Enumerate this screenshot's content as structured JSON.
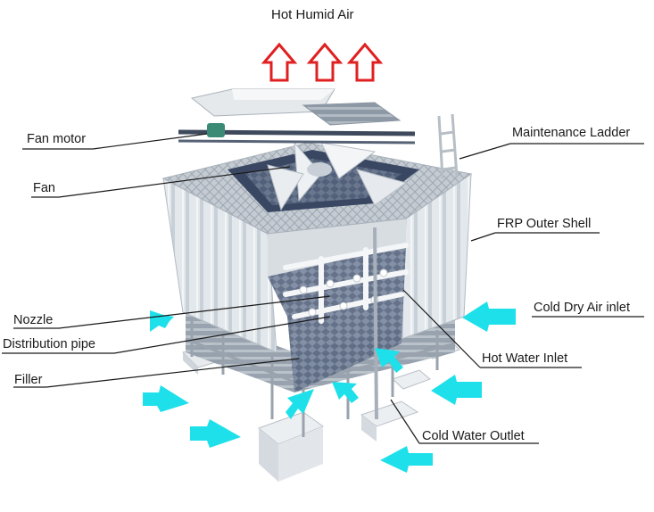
{
  "title": "Hot Humid Air",
  "labels": {
    "fan_motor": "Fan motor",
    "fan": "Fan",
    "nozzle": "Nozzle",
    "distribution_pipe": "Distribution pipe",
    "filler": "Filler",
    "maintenance_ladder": "Maintenance Ladder",
    "frp_outer_shell": "FRP Outer Shell",
    "cold_dry_air_inlet": "Cold Dry Air inlet",
    "hot_water_inlet": "Hot Water Inlet",
    "cold_water_outlet": "Cold Water Outlet"
  },
  "colors": {
    "exhaust_arrow": "#e02020",
    "inlet_arrow": "#1ee0ea",
    "shell": "#dde3e8",
    "filler": "#5a6a84",
    "frame": "#9aa3ad"
  }
}
